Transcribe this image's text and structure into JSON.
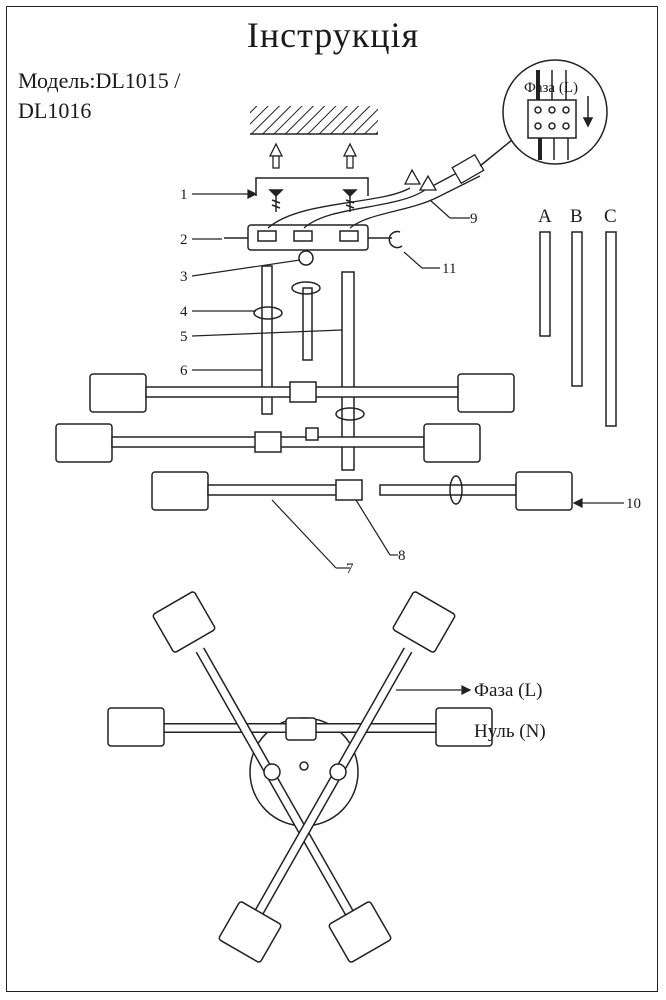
{
  "title": "Інструкція",
  "model": {
    "line1": "Модель:DL1015 /",
    "line2": "DL1016"
  },
  "callouts": {
    "c1": "1",
    "c2": "2",
    "c3": "3",
    "c4": "4",
    "c5": "5",
    "c6": "6",
    "c7": "7",
    "c8": "8",
    "c9": "9",
    "c10": "10",
    "c11": "11"
  },
  "rods": {
    "a": "A",
    "b": "B",
    "c": "C"
  },
  "wiring": {
    "phase_inset": "Фаза (L)",
    "phase": "Фаза (L)",
    "neutral": "Нуль (N)"
  }
}
